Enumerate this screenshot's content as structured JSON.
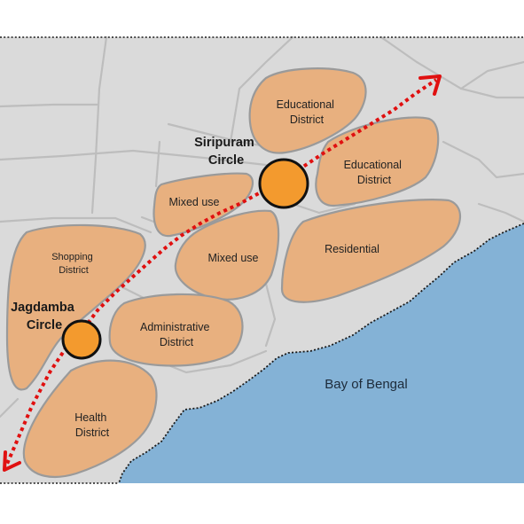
{
  "map": {
    "colors": {
      "land": "#dadada",
      "district": "#e8b07f",
      "district_stroke": "#9a9a9a",
      "road": "#bdbdbd",
      "sea": "#84b2d6",
      "route": "#e01010",
      "circle_fill": "#f39a2e"
    },
    "districts": [
      {
        "id": "educational-1",
        "lines": [
          "Educational",
          "District"
        ]
      },
      {
        "id": "educational-2",
        "lines": [
          "Educational",
          "District"
        ]
      },
      {
        "id": "mixed-use-1",
        "lines": [
          "Mixed use"
        ]
      },
      {
        "id": "mixed-use-2",
        "lines": [
          "Mixed use"
        ]
      },
      {
        "id": "residential",
        "lines": [
          "Residential"
        ]
      },
      {
        "id": "shopping",
        "lines": [
          "Shopping",
          "District"
        ]
      },
      {
        "id": "administrative",
        "lines": [
          "Administrative",
          "District"
        ]
      },
      {
        "id": "health",
        "lines": [
          "Health",
          "District"
        ]
      }
    ],
    "landmarks": [
      {
        "id": "siripuram",
        "lines": [
          "Siripuram",
          "Circle"
        ]
      },
      {
        "id": "jagdamba",
        "lines": [
          "Jagdamba",
          "Circle"
        ]
      }
    ],
    "water_label": "Bay of Bengal"
  }
}
